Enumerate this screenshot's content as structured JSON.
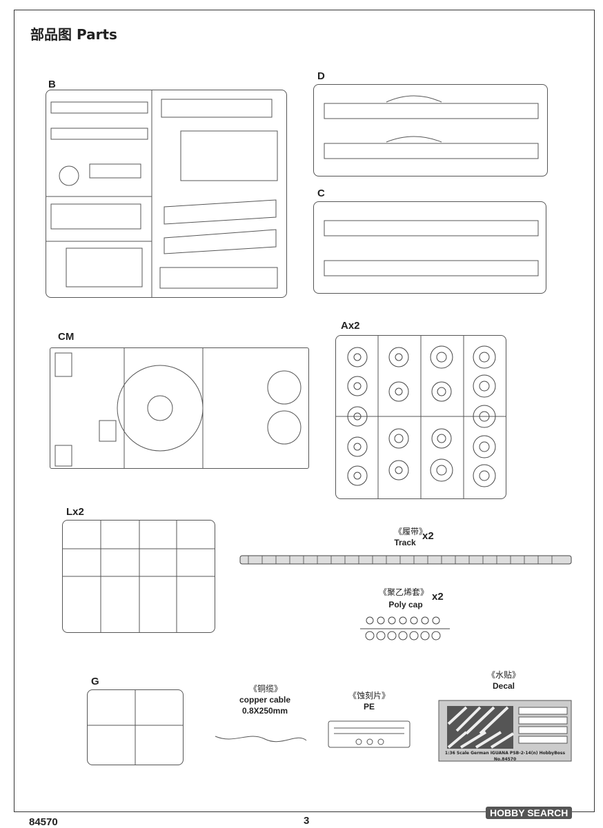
{
  "page": {
    "title": "部品图 Parts",
    "model_no": "84570",
    "page_no": "3",
    "watermark": "HOBBY SEARCH"
  },
  "sprues": {
    "b": {
      "label": "B"
    },
    "d": {
      "label": "D"
    },
    "c": {
      "label": "C"
    },
    "cm": {
      "label": "CM"
    },
    "a": {
      "label": "Ax2"
    },
    "l": {
      "label": "Lx2"
    },
    "g": {
      "label": "G"
    }
  },
  "items": {
    "track": {
      "cn": "《履带》",
      "en": "Track",
      "qty": "x2"
    },
    "polycap": {
      "cn": "《聚乙烯套》",
      "en": "Poly cap",
      "qty": "x2"
    },
    "cable": {
      "cn": "《铜缆》",
      "en": "copper cable",
      "spec": "0.8X250mm"
    },
    "pe": {
      "cn": "《蚀刻片》",
      "en": "PE"
    },
    "decal": {
      "cn": "《水贴》",
      "en": "Decal",
      "caption": "1:36 Scale  German IGUANA PSB-2-14(n)  HobbyBoss No.84570"
    }
  }
}
